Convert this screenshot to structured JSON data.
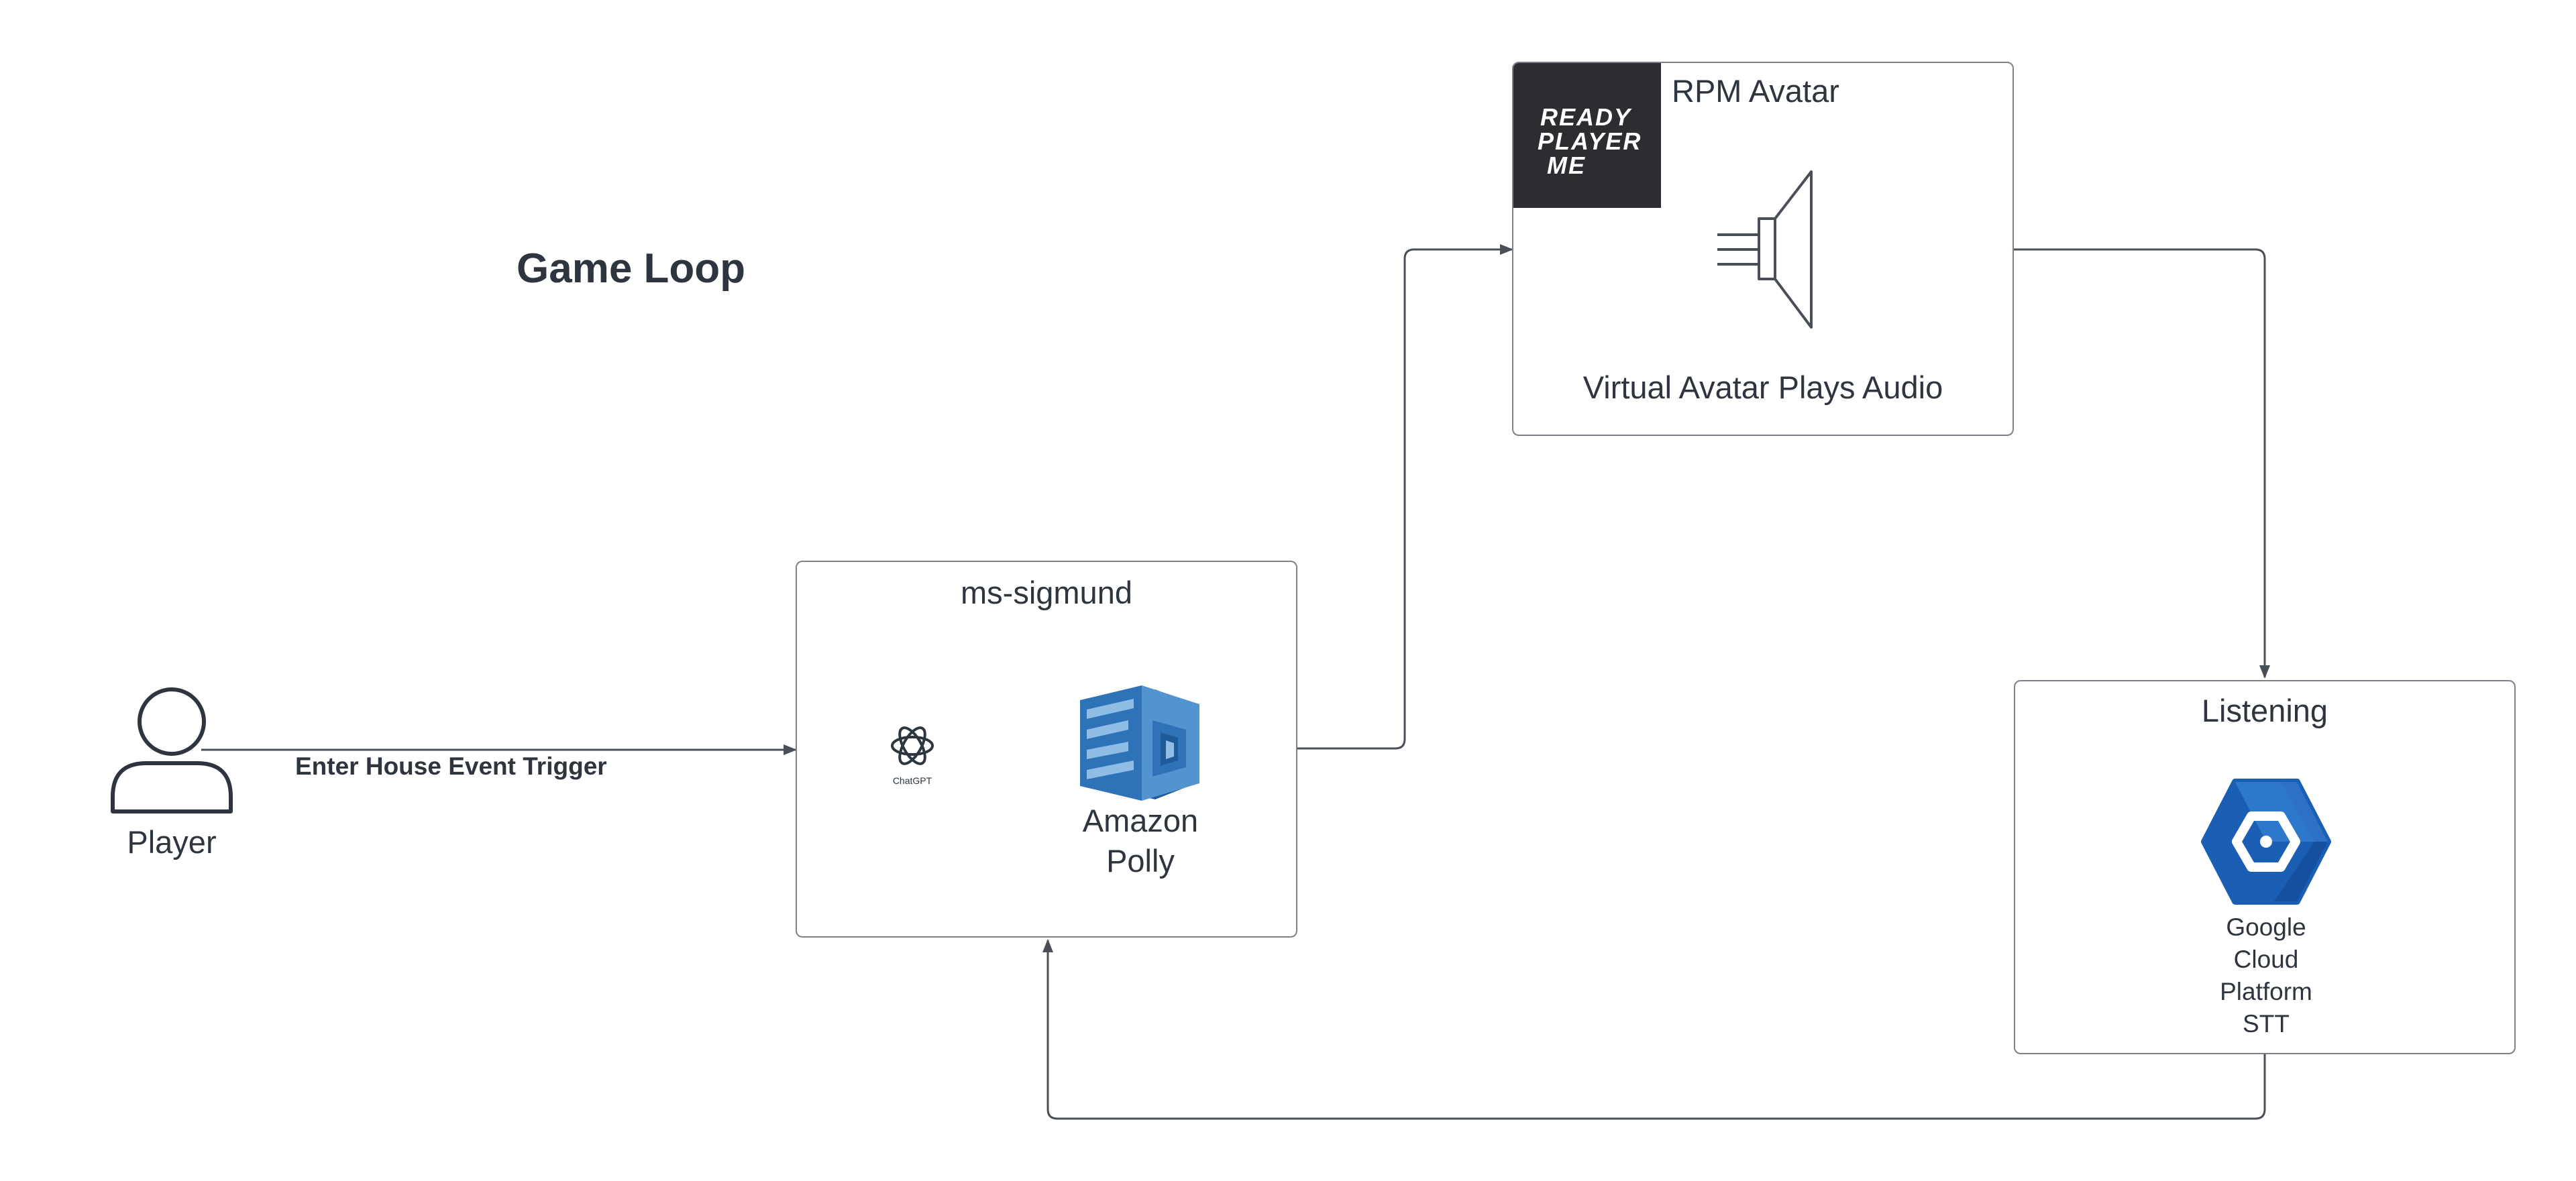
{
  "title": "Game Loop",
  "player": {
    "label": "Player"
  },
  "edges": {
    "enter_trigger": "Enter House Event Trigger"
  },
  "ms_sigmund": {
    "title": "ms-sigmund",
    "chatgpt_label": "ChatGPT",
    "polly_label_line1": "Amazon",
    "polly_label_line2": "Polly"
  },
  "rpm_avatar": {
    "title": "RPM Avatar",
    "logo_line1": "READY",
    "logo_line2": "PLAYER",
    "logo_line3": "ME",
    "caption": "Virtual Avatar Plays Audio"
  },
  "listening": {
    "title": "Listening",
    "gcp_line1": "Google",
    "gcp_line2": "Cloud",
    "gcp_line3": "Platform",
    "gcp_line4": "STT"
  },
  "colors": {
    "text": "#2f353e",
    "box_border": "#7d8188",
    "line": "#4a4f57",
    "rpm_logo_bg": "#2b2d33",
    "polly_blue": "#2e73b8",
    "polly_light": "#5294cf",
    "gcp_blue": "#1a5fb4",
    "gcp_light": "#3f8de0"
  },
  "icons": {
    "player": "person-outline-icon",
    "chatgpt": "openai-knot-icon",
    "polly": "amazon-polly-icon",
    "speaker": "speaker-icon",
    "gcp": "google-cloud-hexagon-icon",
    "rpm": "ready-player-me-logo"
  }
}
